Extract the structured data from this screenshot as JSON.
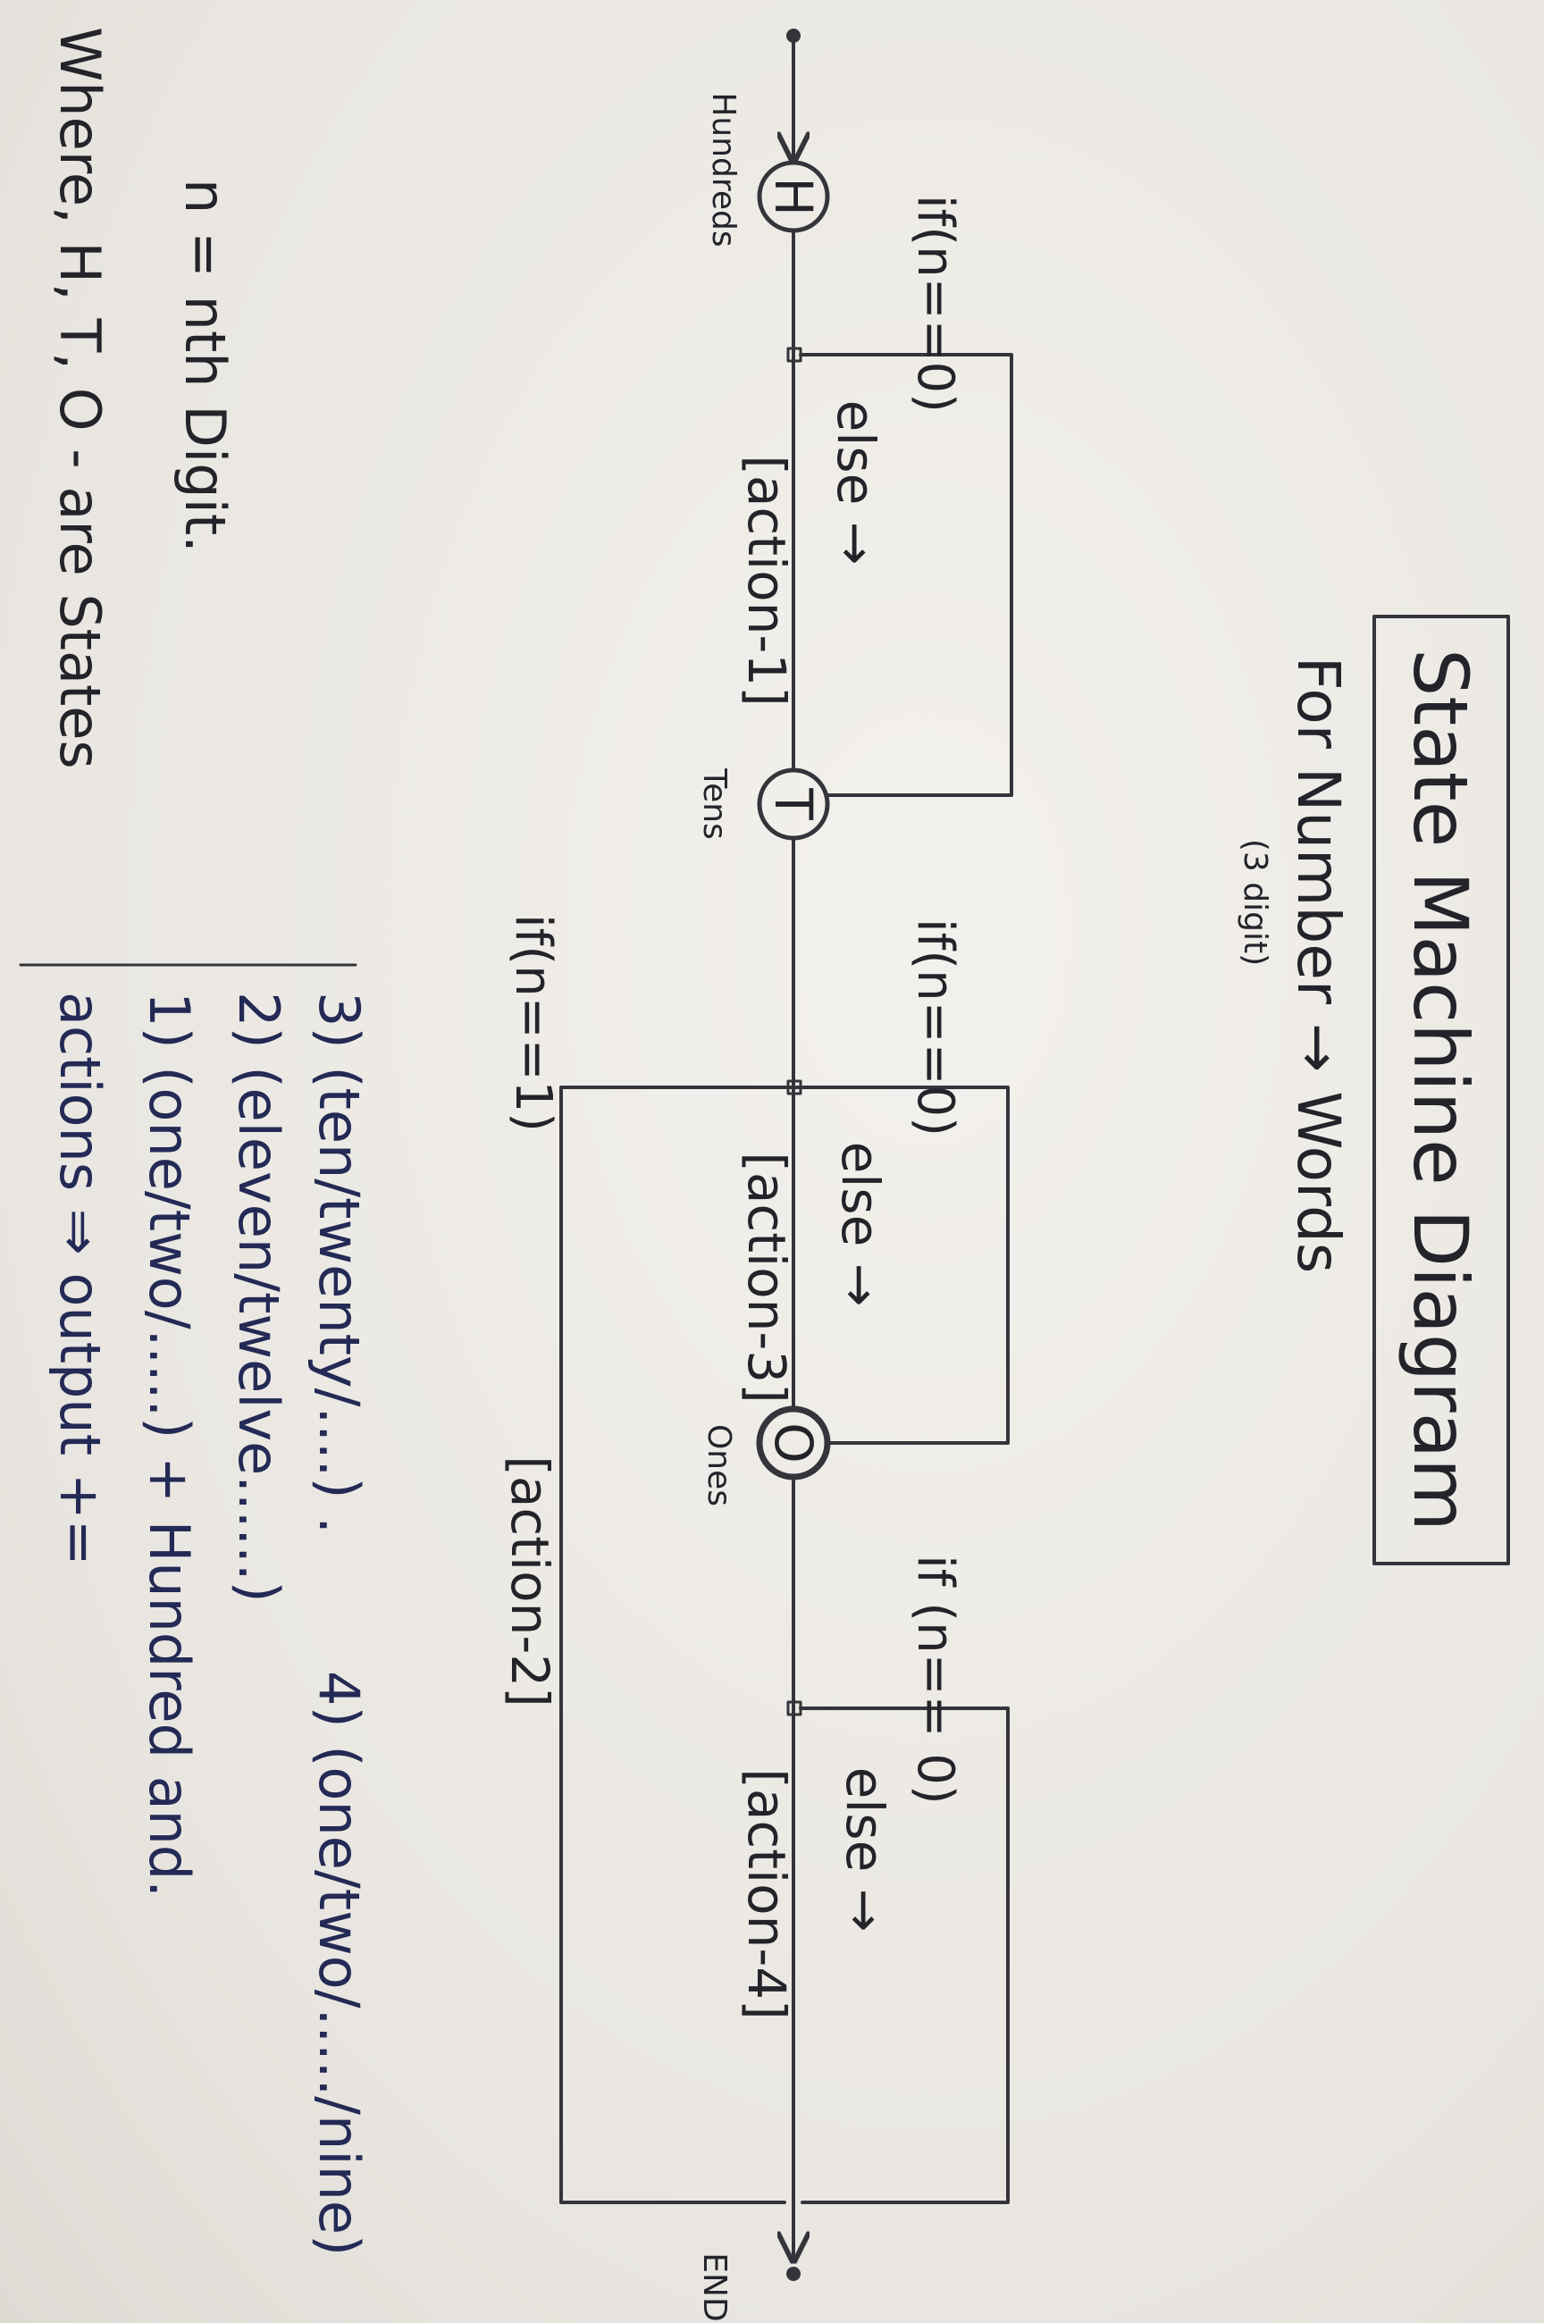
{
  "title": "State Machine Diagram",
  "subtitle": "For Number → Words",
  "subtitle_note": "(3 digit)",
  "states": {
    "hundreds": {
      "symbol": "H",
      "caption": "Hundreds"
    },
    "tens": {
      "symbol": "T",
      "caption": "Tens"
    },
    "ones": {
      "symbol": "O",
      "caption": "Ones"
    },
    "end": {
      "caption": "END"
    }
  },
  "transitions": {
    "h_if": "if(n==0)",
    "h_else": "else →",
    "action1": "[action-1]",
    "t_if0": "if(n==0)",
    "t_if1": "if(n==1)",
    "t_else": "else →",
    "action3": "[action-3]",
    "action2": "[action-2]",
    "o_if": "if (n== 0)",
    "o_else": "else →",
    "action4": "[action-4]"
  },
  "legend": {
    "where_line": "Where, H, T, O  -  are States",
    "n_line": "n  = nth Digit.",
    "actions_header": "actions ⇒ output +=",
    "action_items": [
      "1) (one/two/.....) + Hundred and.",
      "2) (eleven/twelve......)",
      "3) (ten/twenty/....) .",
      "4) (one/two/...../nine)"
    ]
  }
}
